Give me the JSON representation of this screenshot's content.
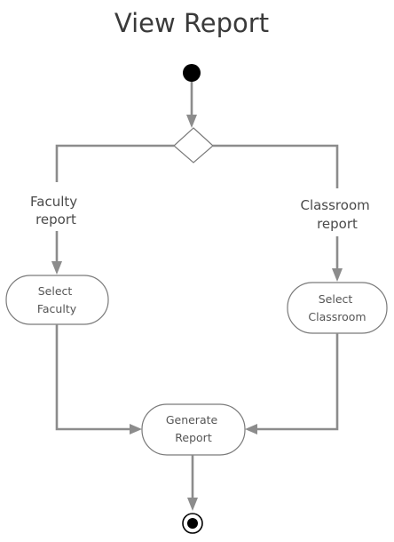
{
  "title": "View Report",
  "guards": {
    "left": [
      "Faculty",
      "report"
    ],
    "right": [
      "Classroom",
      "report"
    ]
  },
  "actions": {
    "select_faculty": [
      "Select",
      "Faculty"
    ],
    "select_classroom": [
      "Select",
      "Classroom"
    ],
    "generate_report": [
      "Generate",
      "Report"
    ]
  },
  "colors": {
    "line": "#8c8c8c",
    "node_border": "#7a7a7a",
    "text": "#555555",
    "initial_node": "#000000"
  }
}
